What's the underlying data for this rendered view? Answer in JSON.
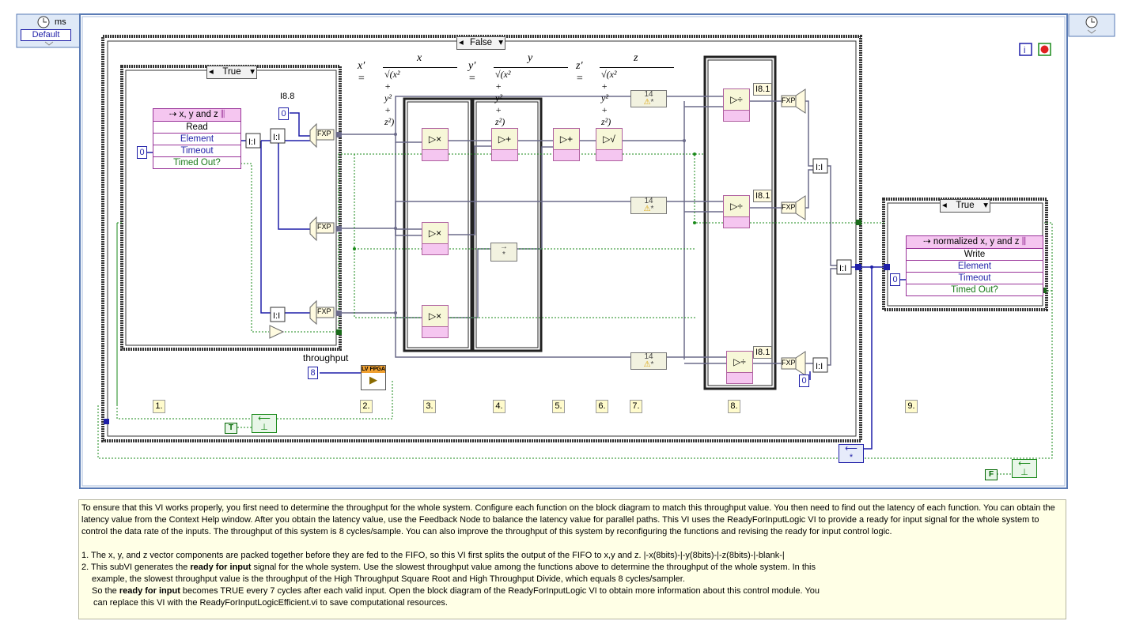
{
  "timer": {
    "unit_label": "ms",
    "mode": "Default"
  },
  "outer_case": {
    "selector": "False"
  },
  "read_case": {
    "selector": "True"
  },
  "write_case": {
    "selector": "True"
  },
  "formula": {
    "x": {
      "lhs": "x′ =",
      "num": "x",
      "den": "√(x² + y² + z²)"
    },
    "y": {
      "lhs": "y′ =",
      "num": "y",
      "den": "√(x² + y² + z²)"
    },
    "z": {
      "lhs": "z′ =",
      "num": "z",
      "den": "√(x² + y² + z²)"
    }
  },
  "read_fifo": {
    "name": "x, y and z",
    "method": "Read",
    "rows": [
      "Element",
      "Timeout",
      "Timed Out?"
    ]
  },
  "write_fifo": {
    "name": "normalized x, y and z",
    "method": "Write",
    "rows": [
      "Element",
      "Timeout",
      "Timed Out?"
    ]
  },
  "constants": {
    "timeout_read": "0",
    "timeout_write": "0",
    "i8_const": "0",
    "out_const": "0",
    "throughput_value": "8"
  },
  "labels": {
    "i88": "I8.8",
    "throughput": "throughput",
    "fxp": "FXP",
    "i81": "I8.1",
    "fpga": "LV FPGA",
    "feedback": "14"
  },
  "booleans": {
    "true_const": "T",
    "false_const": "F"
  },
  "steps": [
    "1.",
    "2.",
    "3.",
    "4.",
    "5.",
    "6.",
    "7.",
    "8.",
    "9."
  ],
  "colors": {
    "wire_int": "#1f1fa8",
    "wire_fxp": "#6b6b8a",
    "wire_bool": "#1a8a1a",
    "func_pink": "#f5c6f0",
    "desc_bg": "#ffffe6"
  },
  "description": {
    "p1": "To ensure that this VI works properly, you first need to determine the throughput for the whole system. Configure each function on the block diagram to match this throughput value. You then need to find out the latency of each function. You can obtain the latency value from the Context Help window. After you obtain the latency value, use the Feedback Node to balance the latency value for parallel paths. This VI uses the ReadyForInputLogic VI to provide a ready for input signal for the whole system to control the data rate of the inputs. The throughput of this system is 8 cycles/sample. You can also improve the throughput of this system by reconfiguring the functions and revising the ready for input control logic.",
    "item1": "1. The x, y, and z vector components are packed together before they are fed to the FIFO, so this VI first splits the output of the FIFO to x,y and z. |-x(8bits)-|-y(8bits)-|-z(8bits)-|-blank-|",
    "item2_a": "2. This subVI generates the ",
    "item2_bold1": "ready for input",
    "item2_b": " signal for the whole system. Use the slowest throughput value among the functions above to determine the throughput of the whole system.  In this",
    "item2_c": "example, the slowest throughput value is the throughput of the High Throughput Square Root and High Throughput Divide, which equals 8 cycles/sampler.",
    "item2_d": "So the ",
    "item2_bold2": "ready for input",
    "item2_e": " becomes TRUE every 7 cycles after each valid input. Open the block diagram of the ReadyForInputLogic VI to obtain more information about this control module. You",
    "item2_f": "can replace this VI with the ReadyForInputLogicEfficient.vi to save computational resources."
  }
}
